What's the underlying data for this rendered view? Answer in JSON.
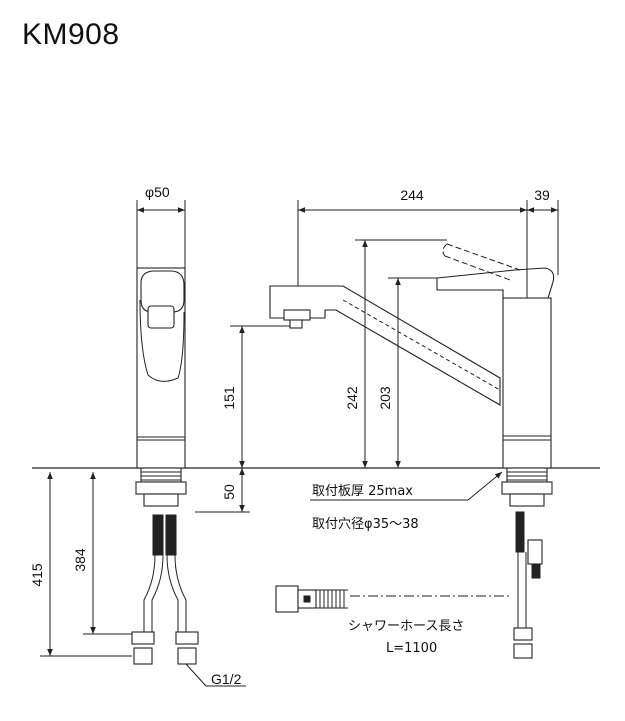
{
  "title": "KM908",
  "dimensions": {
    "diameter": "φ50",
    "reach": "244",
    "spout_tip": "39",
    "spout_height": "151",
    "height_242": "242",
    "height_203": "203",
    "below_deck_50": "50",
    "hose_415": "415",
    "hose_384": "384"
  },
  "notes": {
    "deck_thickness": "取付板厚 25max",
    "hole_diameter": "取付穴径φ35～38",
    "shower_hose": "シャワーホース長さ",
    "hose_length": "L=1100",
    "thread": "G1/2"
  }
}
